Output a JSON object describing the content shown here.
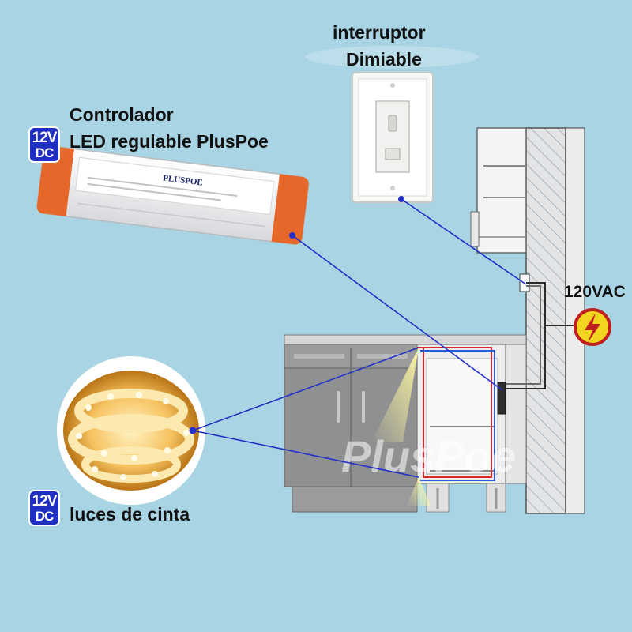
{
  "labels": {
    "switch_line1": "interruptor",
    "switch_line2": "Dimiable",
    "controller_line1": "Controlador",
    "controller_line2": "LED regulable PlusPoe",
    "tape_lights": "luces de cinta",
    "voltage": "120VAC",
    "watermark": "PlusPoe"
  },
  "badges": {
    "controller": {
      "top": "12V",
      "bottom": "DC"
    },
    "tape": {
      "top": "12V",
      "bottom": "DC"
    }
  },
  "driver": {
    "brand": "PLUSPOE"
  },
  "colors": {
    "background": "#a9d4e3",
    "badge": "#1f2fbf",
    "connector_line": "#2230c8",
    "hazard": "#f2d51e",
    "wire_red": "#d8262c",
    "wire_blue": "#2a5bd6"
  }
}
